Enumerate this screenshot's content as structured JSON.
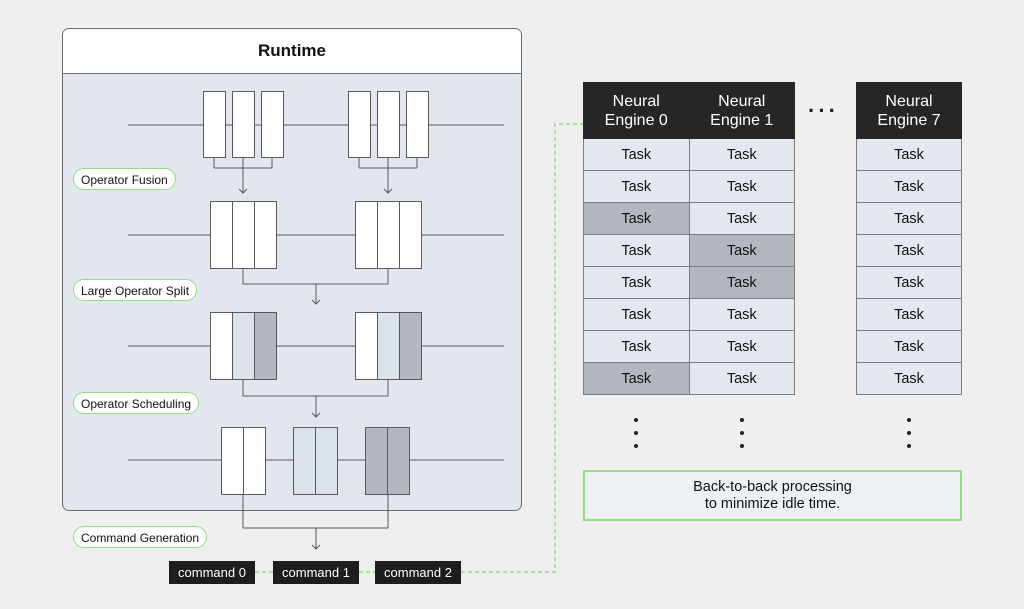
{
  "runtime": {
    "title": "Runtime",
    "steps": [
      "Operator Fusion",
      "Large Operator Split",
      "Operator Scheduling",
      "Command Generation"
    ]
  },
  "commands": [
    "command 0",
    "command 1",
    "command 2"
  ],
  "engines": [
    {
      "header": [
        "Neural",
        "Engine 0"
      ],
      "tasks": [
        "Task",
        "Task",
        "Task",
        "Task",
        "Task",
        "Task",
        "Task",
        "Task"
      ],
      "busy": [
        2,
        7
      ]
    },
    {
      "header": [
        "Neural",
        "Engine 1"
      ],
      "tasks": [
        "Task",
        "Task",
        "Task",
        "Task",
        "Task",
        "Task",
        "Task",
        "Task"
      ],
      "busy": [
        3,
        4
      ]
    },
    {
      "header": [
        "Neural",
        "Engine 7"
      ],
      "tasks": [
        "Task",
        "Task",
        "Task",
        "Task",
        "Task",
        "Task",
        "Task",
        "Task"
      ],
      "busy": []
    }
  ],
  "note": [
    "Back-to-back processing",
    "to minimize idle time."
  ],
  "colors": {
    "accent_green": "#8fe07f",
    "dark": "#1d1d1d",
    "task_idle": "#e3e8f0",
    "task_busy": "#b3b7bf",
    "panel_fill": "#e2e6ee"
  }
}
